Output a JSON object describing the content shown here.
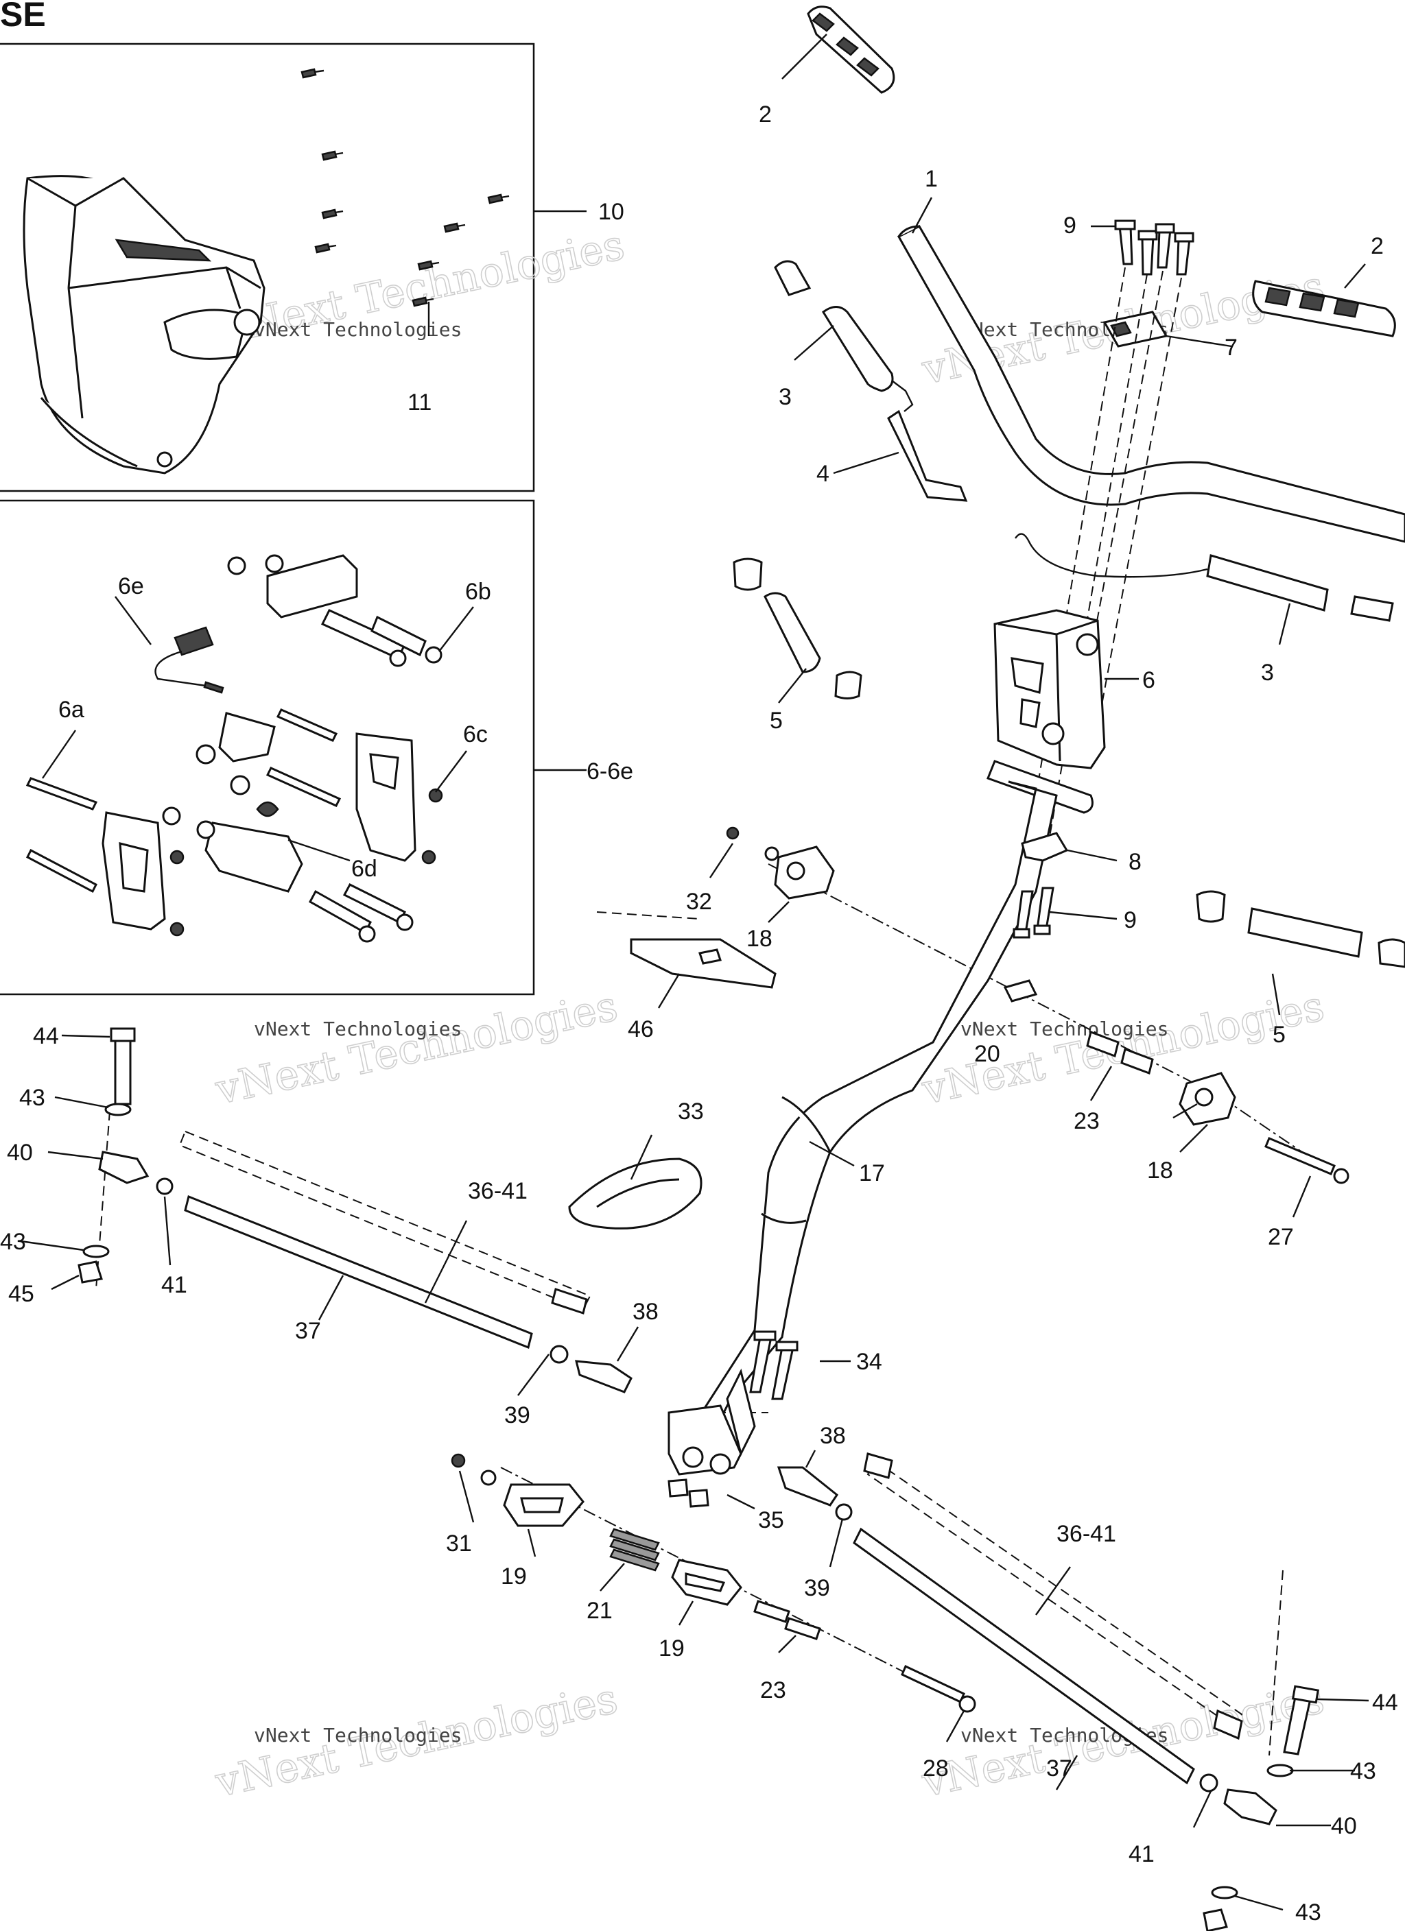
{
  "title": "SE",
  "watermark": {
    "small": "vNext Technologies",
    "large": "vNext Technologies"
  },
  "labels": {
    "l1": "1",
    "l2a": "2",
    "l2b": "2",
    "l3a": "3",
    "l3b": "3",
    "l4": "4",
    "l5a": "5",
    "l5b": "5",
    "l6": "6",
    "l6a": "6a",
    "l6b": "6b",
    "l6c": "6c",
    "l6d": "6d",
    "l6e": "6e",
    "l6_6e": "6-6e",
    "l7": "7",
    "l8": "8",
    "l9a": "9",
    "l9b": "9",
    "l10": "10",
    "l11": "11",
    "l17": "17",
    "l18a": "18",
    "l18b": "18",
    "l19a": "19",
    "l19b": "19",
    "l20": "20",
    "l21": "21",
    "l23a": "23",
    "l23b": "23",
    "l27": "27",
    "l28": "28",
    "l31": "31",
    "l32": "32",
    "l33": "33",
    "l34": "34",
    "l35": "35",
    "l36a": "36-41",
    "l36b": "36-41",
    "l37a": "37",
    "l37b": "37",
    "l38a": "38",
    "l38b": "38",
    "l39a": "39",
    "l39b": "39",
    "l40a": "40",
    "l40b": "40",
    "l41a": "41",
    "l41b": "41",
    "l43a": "43",
    "l43b": "43",
    "l43c": "43",
    "l43d": "43",
    "l44a": "44",
    "l44b": "44",
    "l45": "45",
    "l46": "46"
  }
}
